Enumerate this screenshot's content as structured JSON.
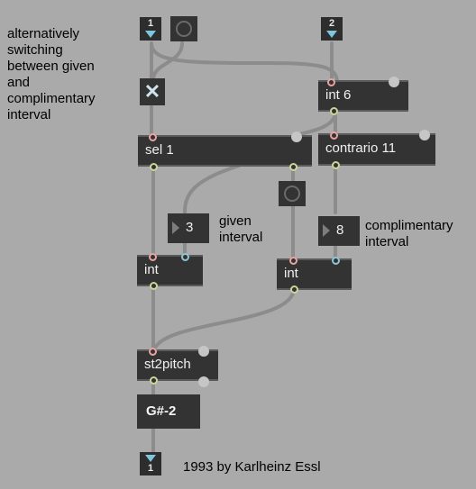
{
  "comments": {
    "description": "alternatively\nswitching\nbetween given\nand\ncomplimentary\ninterval",
    "given_interval": "given\ninterval",
    "complimentary_interval": "complimentary\ninterval",
    "credit": "1993 by Karlheinz Essl"
  },
  "inlets": {
    "left": "1",
    "right": "2"
  },
  "outlet": {
    "number": "1"
  },
  "objects": {
    "int6": "int 6",
    "sel1": "sel 1",
    "contrario": "contrario 11",
    "int_left": "int",
    "int_right": "int",
    "st2pitch": "st2pitch"
  },
  "number_boxes": {
    "given": "3",
    "complimentary": "8"
  },
  "message": {
    "pitch": "G#-2"
  },
  "colors": {
    "background": "#a9aaa9",
    "object": "#333333",
    "patchcord": "#8c8c8c",
    "inlet": "#e8a3a3",
    "outlet": "#c9d79a",
    "accent": "#7ec6de"
  }
}
